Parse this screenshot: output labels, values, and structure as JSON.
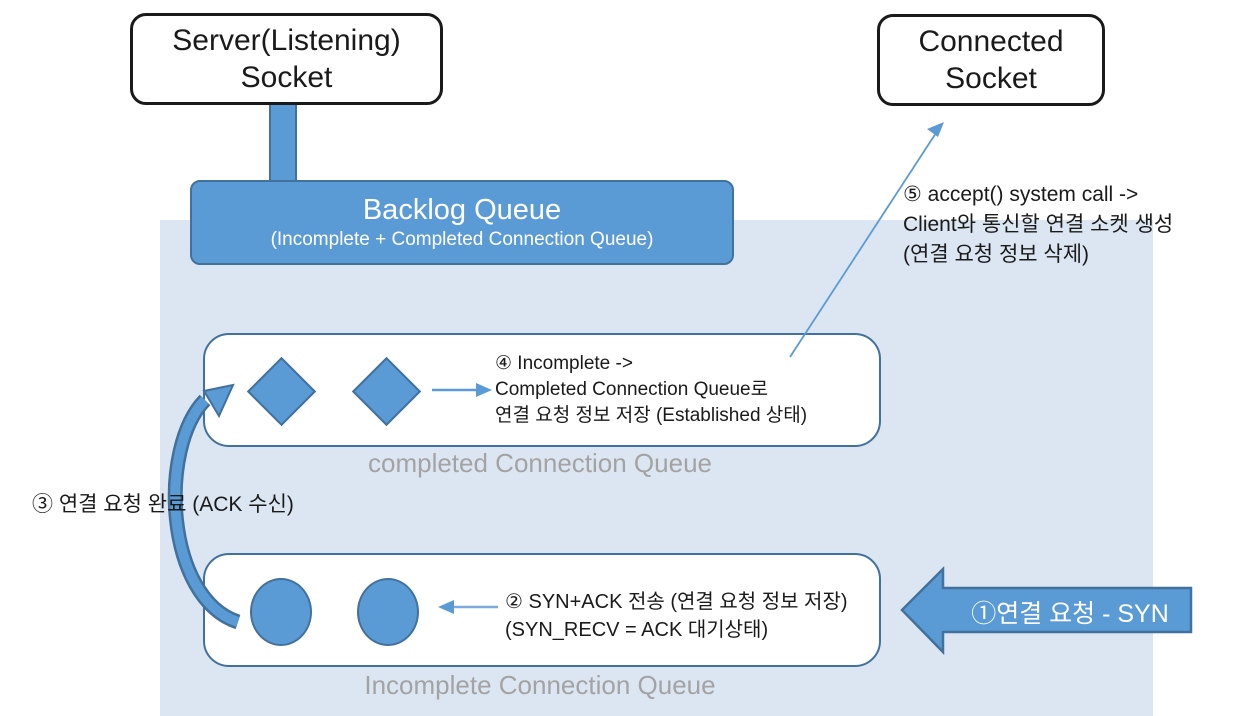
{
  "diagram_title": "TCP Backlog Queue connection establishment diagram",
  "colors": {
    "accent_blue": "#5b9bd5",
    "accent_dark_blue": "#41719c",
    "panel_light_blue": "#dce6f2",
    "caption_gray": "#a3a3a3",
    "box_border_black": "#1a1a1a"
  },
  "nodes": {
    "server_socket": {
      "line1": "Server(Listening)",
      "line2": "Socket"
    },
    "connected_socket": {
      "line1": "Connected",
      "line2": "Socket"
    },
    "backlog_queue": {
      "title": "Backlog Queue",
      "subtitle": "(Incomplete + Completed Connection Queue)"
    }
  },
  "completed_queue": {
    "caption": "completed Connection Queue",
    "item_shape": "diamond-icon",
    "item_count": 2,
    "annotation": {
      "line1": "④ Incomplete ->",
      "line2": "Completed Connection Queue로",
      "line3": "연결 요청 정보 저장 (Established 상태)"
    }
  },
  "incomplete_queue": {
    "caption": "Incomplete Connection Queue",
    "item_shape": "circle-icon",
    "item_count": 2,
    "annotation": {
      "line1": "② SYN+ACK 전송 (연결 요청 정보 저장)",
      "line2": "(SYN_RECV = ACK 대기상태)"
    }
  },
  "annotations": {
    "step1_syn_arrow": {
      "label": "①연결 요청 - SYN"
    },
    "step3_ack": {
      "label": "③ 연결 요청 완료 (ACK 수신)"
    },
    "step5_accept": {
      "line1": "⑤ accept() system call ->",
      "line2": "Client와 통신할 연결 소켓 생성",
      "line3": "(연결 요청 정보 삭제)"
    }
  }
}
